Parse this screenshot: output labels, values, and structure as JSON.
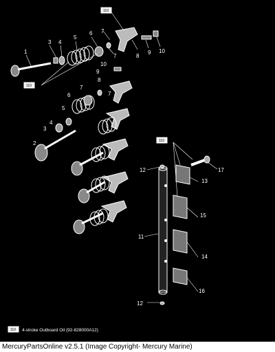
{
  "diagram": {
    "lube_code": "110",
    "legend_text": "4-stroke Outboard Oil (92-828000A12)",
    "callouts": [
      "1",
      "2",
      "3",
      "3",
      "4",
      "4",
      "5",
      "5",
      "6",
      "6",
      "7",
      "7",
      "7",
      "7",
      "8",
      "8",
      "9",
      "9",
      "10",
      "10",
      "11",
      "12",
      "12",
      "13",
      "14",
      "15",
      "16",
      "17"
    ],
    "colors": {
      "background": "#000000",
      "linework": "#ffffff",
      "badge": "#f2f2f2"
    }
  },
  "footer": {
    "caption": "MercuryPartsOnline v2.5.1 (Image Copyright- Mercury Marine)"
  }
}
